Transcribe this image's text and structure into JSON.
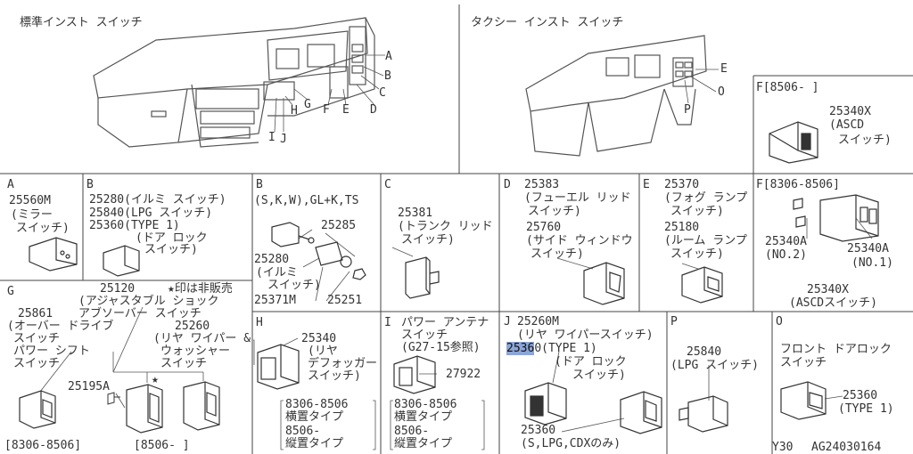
{
  "titles": {
    "standard": "標準インスト スイッチ",
    "taxi": "タクシー インスト スイッチ"
  },
  "overview_labels": {
    "A": "A",
    "B": "B",
    "C": "C",
    "D": "D",
    "E": "E",
    "F": "F",
    "G": "G",
    "H": "H",
    "I": "I",
    "J": "J",
    "taxi_E": "E",
    "taxi_O": "O",
    "taxi_P": "P"
  },
  "panel_f_top": {
    "code": "F[8506-  ]",
    "part": "25340X",
    "desc1": "(ASCD",
    "desc2": "スイッチ)"
  },
  "panel_a": {
    "letter": "A",
    "part": "25560M",
    "desc1": "(ミラー",
    "desc2": "スイッチ)"
  },
  "panel_b1": {
    "letter": "B",
    "l1": "25280(イルミ スイッチ)",
    "l2": "25840(LPG スイッチ)",
    "l3": "25360(TYPE 1)",
    "l4": "(ドア ロック",
    "l5": "スイッチ)"
  },
  "panel_b2": {
    "letter": "B",
    "cond": "(S,K,W),GL+K,TS",
    "p1": "25285",
    "p2": "25280",
    "p2d1": "(イルミ",
    "p2d2": "スイッチ)",
    "p3": "25371M",
    "p4": "25251"
  },
  "panel_c": {
    "letter": "C",
    "part": "25381",
    "desc1": "(トランク リッド",
    "desc2": "スイッチ)"
  },
  "panel_d": {
    "letter": "D",
    "p1": "25383",
    "p1d1": "(フューエル リッド",
    "p1d2": "スイッチ)",
    "p2": "25760",
    "p2d1": "(サイド ウィンドウ",
    "p2d2": "スイッチ)"
  },
  "panel_e": {
    "letter": "E",
    "p1": "25370",
    "p1d1": "(フォグ ランプ",
    "p1d2": "スイッチ)",
    "p2": "25180",
    "p2d1": "(ルーム ランプ",
    "p2d2": "スイッチ)"
  },
  "panel_f2": {
    "code": "F[8306-8506]",
    "pa": "25340A",
    "pa_n": "(NO.2)",
    "pb": "25340A",
    "pb_n": "(NO.1)",
    "px": "25340X",
    "px_d": "(ASCDスイッチ)"
  },
  "panel_g": {
    "letter": "G",
    "p1": "25120",
    "p1d1": "(アジャスタブル ショック",
    "p1d2": "アブソーバー スイッチ",
    "note": "★印は非販売",
    "p2": "25861",
    "p2d1": "(オーバー ドライブ",
    "p2d2": "スイッチ",
    "p2d3": "パワー シフト",
    "p2d4": "スイッチ",
    "p3": "25260",
    "p3d1": "(リヤ ワイパー &",
    "p3d2": "ウォッシャー",
    "p3d3": "スイッチ",
    "p4": "25195A",
    "star": "★",
    "r1": "[8306-8506]",
    "r2": "[8506-  ]"
  },
  "panel_h": {
    "letter": "H",
    "part": "25340",
    "d1": "(リヤ",
    "d2": "デフォッガー",
    "d3": "スイッチ)",
    "n1": "8306-8506",
    "n2": "横置タイプ",
    "n3": "8506-",
    "n4": "縦置タイプ"
  },
  "panel_i": {
    "letter": "I",
    "d1": "パワー アンテナ",
    "d2": "スイッチ",
    "d3": "(G27-15参照)",
    "part": "27922",
    "n1": "8306-8506",
    "n2": "横置タイプ",
    "n3": "8506-",
    "n4": "縦置タイプ"
  },
  "panel_j": {
    "letter": "J",
    "p1": "25260M",
    "p1d": "(リヤ ワイパースイッチ)",
    "p2_hl": "2536",
    "p2_rest": "0(TYPE 1)",
    "p2d1": "(ドア ロック",
    "p2d2": "スイッチ)",
    "p3": "25360",
    "p3d": "(S,LPG,CDXのみ)"
  },
  "panel_p": {
    "letter": "P",
    "part": "25840",
    "desc": "(LPG スイッチ)"
  },
  "panel_o": {
    "letter": "O",
    "d1": "フロント ドアロック",
    "d2": "スイッチ",
    "part": "25360",
    "desc": "(TYPE 1)"
  },
  "footer": {
    "model": "Y30",
    "code": "AG24030164"
  }
}
